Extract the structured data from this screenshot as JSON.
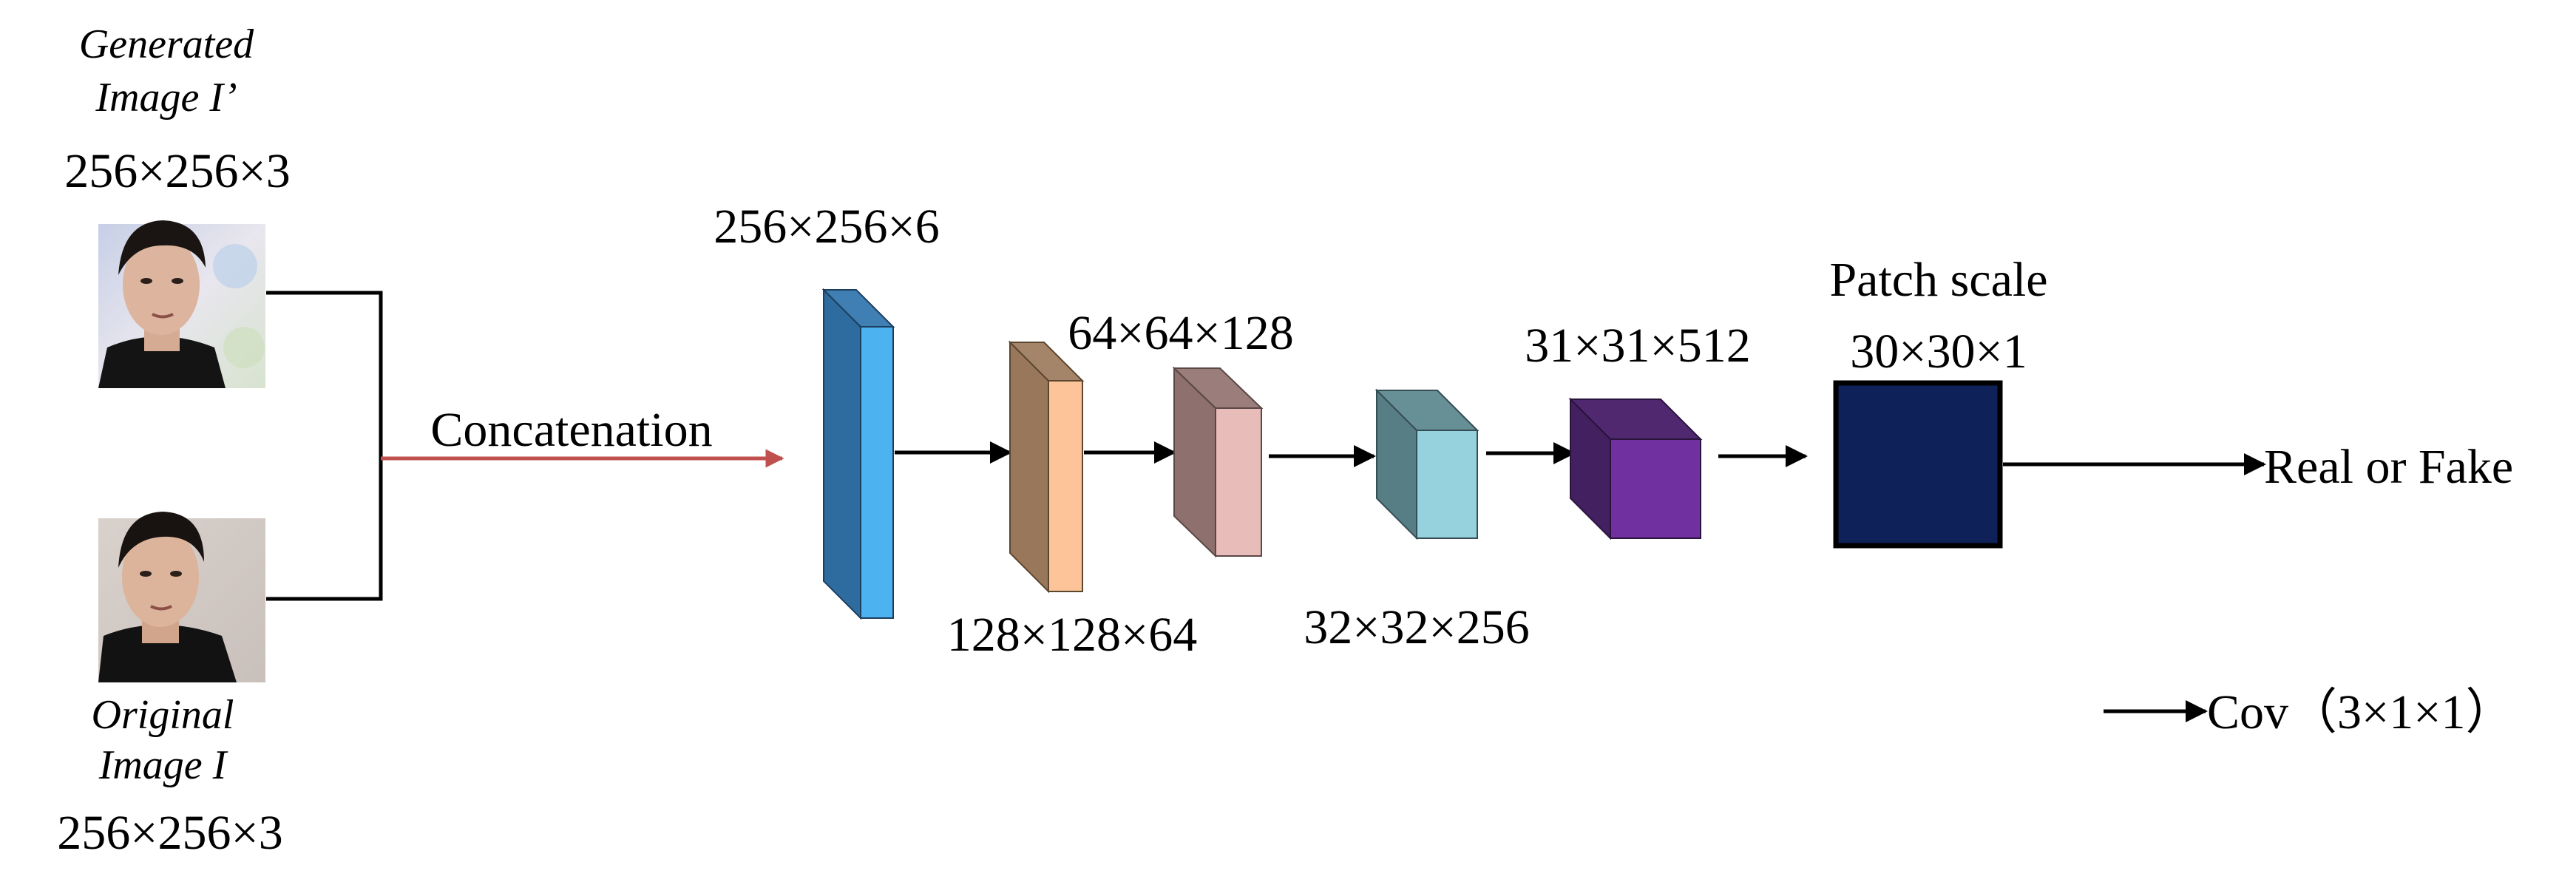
{
  "inputs": {
    "generated": {
      "caption_line1": "Generated",
      "caption_line2": "Image I’",
      "size": "256×256×3"
    },
    "original": {
      "caption_line1": "Original",
      "caption_line2": "Image I",
      "size": "256×256×3"
    }
  },
  "concat_label": "Concatenation",
  "layers": [
    {
      "size": "256×256×6",
      "color_front": "#4DB2F0",
      "color_side": "#2E6B9E"
    },
    {
      "size": "128×128×64",
      "color_front": "#FDC499",
      "color_side": "#98775A"
    },
    {
      "size": "64×64×128",
      "color_front": "#E8BCB8",
      "color_side": "#8E706E"
    },
    {
      "size": "32×32×256",
      "color_front": "#95D2DE",
      "color_side": "#587E85"
    },
    {
      "size": "31×31×512",
      "color_front": "#7030A0",
      "color_side": "#43205F"
    }
  ],
  "patch": {
    "title": "Patch scale",
    "size": "30×30×1",
    "color": "#0E2158"
  },
  "output_label": "Real or Fake",
  "legend": {
    "label": "Cov（3×1×1）"
  },
  "colors": {
    "concat_arrow": "#C0504D",
    "arrow": "#000000"
  }
}
